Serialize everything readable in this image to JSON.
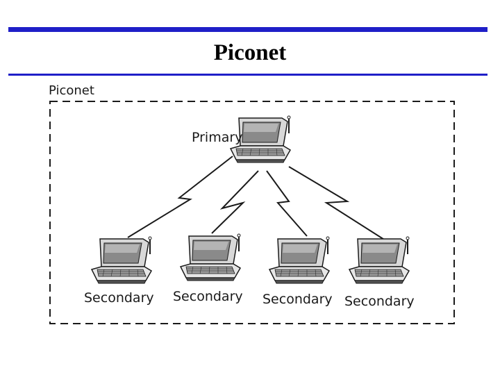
{
  "slide": {
    "title": "Piconet"
  },
  "diagram": {
    "frame_label": "Piconet",
    "primary": {
      "label": "Primary",
      "icon": "laptop-icon"
    },
    "secondaries": [
      {
        "label": "Secondary",
        "icon": "laptop-icon"
      },
      {
        "label": "Secondary",
        "icon": "laptop-icon"
      },
      {
        "label": "Secondary",
        "icon": "laptop-icon"
      },
      {
        "label": "Secondary",
        "icon": "laptop-icon"
      }
    ],
    "links": [
      {
        "from": "primary",
        "to": "secondary-1",
        "icon": "wireless-link-icon"
      },
      {
        "from": "primary",
        "to": "secondary-2",
        "icon": "wireless-link-icon"
      },
      {
        "from": "primary",
        "to": "secondary-3",
        "icon": "wireless-link-icon"
      },
      {
        "from": "primary",
        "to": "secondary-4",
        "icon": "wireless-link-icon"
      }
    ]
  },
  "colors": {
    "accent_rule": "#1f1fc8",
    "line": "#1a1a1a"
  }
}
